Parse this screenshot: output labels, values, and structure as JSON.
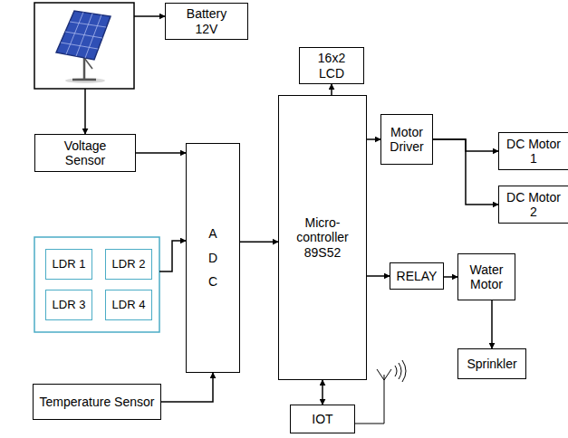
{
  "diagram": {
    "nodes": [
      {
        "text": [
          "Battery 12V"
        ]
      },
      {
        "text": [
          "Voltage Sensor"
        ]
      },
      {
        "text": [
          "LDR 1"
        ]
      },
      {
        "text": [
          "LDR 2"
        ]
      },
      {
        "text": [
          "LDR 3"
        ]
      },
      {
        "text": [
          "LDR 4"
        ]
      },
      {
        "text": [
          "Temperature Sensor"
        ]
      },
      {
        "text": [
          "A D C"
        ]
      },
      {
        "text": [
          "16x2 LCD"
        ]
      },
      {
        "text": [
          "Micro- controller 89S52"
        ]
      },
      {
        "text": [
          "Motor Driver"
        ]
      },
      {
        "text": [
          "DC Motor 1"
        ]
      },
      {
        "text": [
          "DC Motor 2"
        ]
      },
      {
        "text": [
          "RELAY"
        ]
      },
      {
        "text": [
          "Water Motor"
        ]
      },
      {
        "text": [
          "Sprinkler"
        ]
      },
      {
        "text": [
          "IOT"
        ]
      }
    ],
    "edges": [
      {
        "from": 1,
        "to": 7,
        "arrow": "to"
      },
      {
        "from": 6,
        "to": 7,
        "arrow": "to"
      },
      {
        "from": 7,
        "to": 9,
        "arrow": "to"
      },
      {
        "from": 9,
        "to": 8,
        "arrow": "to"
      },
      {
        "from": 9,
        "to": 10,
        "arrow": "to"
      },
      {
        "from": 10,
        "to": 11,
        "arrow": "to"
      },
      {
        "from": 10,
        "to": 12,
        "arrow": "to"
      },
      {
        "from": 9,
        "to": 13,
        "arrow": "to"
      },
      {
        "from": 13,
        "to": 14,
        "arrow": "to"
      },
      {
        "from": 14,
        "to": 15,
        "arrow": "to"
      },
      {
        "from": 9,
        "to": 16,
        "arrow": "both"
      }
    ]
  }
}
